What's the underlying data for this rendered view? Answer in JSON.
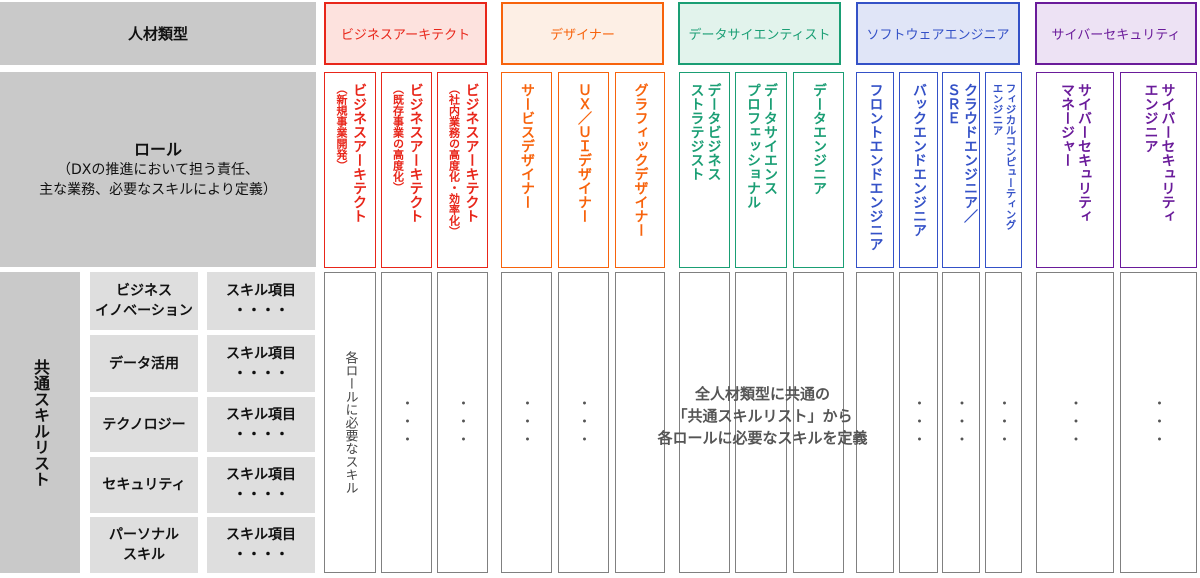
{
  "header": {
    "type_label": "人材類型"
  },
  "role_label": {
    "title": "ロール",
    "desc1": "（DXの推進において担う責任、",
    "desc2": "主な業務、必要なスキルにより定義）"
  },
  "types": [
    {
      "name": "ビジネスアーキテクト",
      "color": "#e8261a",
      "fill": "#fde2de",
      "roles": [
        {
          "lines": [
            "ビジネスアーキテクト",
            "（新規事業開発）"
          ],
          "cell": "各ロールに必要なスキル"
        },
        {
          "lines": [
            "ビジネスアーキテクト",
            "（既存事業の高度化）"
          ],
          "cell": "・・・"
        },
        {
          "lines": [
            "ビジネスアーキテクト",
            "（社内業務の高度化・効率化）"
          ],
          "cell": "・・・"
        }
      ]
    },
    {
      "name": "デザイナー",
      "color": "#f7630c",
      "fill": "#fdefe5",
      "roles": [
        {
          "lines": [
            "サービスデザイナー"
          ],
          "cell": "・・・"
        },
        {
          "lines": [
            "ＵＸ／ＵＩデザイナー"
          ],
          "cell": "・・・"
        },
        {
          "lines": [
            "グラフィックデザイナー"
          ],
          "cell": ""
        }
      ]
    },
    {
      "name": "データサイエンティスト",
      "color": "#1a9e74",
      "fill": "#e2f3ec",
      "roles": [
        {
          "lines": [
            "データビジネス",
            "ストラテジスト"
          ],
          "cell": ""
        },
        {
          "lines": [
            "データサイエンス",
            "プロフェッショナル"
          ],
          "cell": ""
        },
        {
          "lines": [
            "データエンジニア"
          ],
          "cell": ""
        }
      ]
    },
    {
      "name": "ソフトウェアエンジニア",
      "color": "#3451c7",
      "fill": "#e0e5f7",
      "roles": [
        {
          "lines": [
            "フロントエンドエンジニア"
          ],
          "cell": ""
        },
        {
          "lines": [
            "バックエンドエンジニア"
          ],
          "cell": "・・・"
        },
        {
          "lines": [
            "クラウドエンジニア／",
            "ＳＲＥ"
          ],
          "cell": "・・・"
        },
        {
          "lines": [
            "フィジカルコンピューティング",
            "エンジニア"
          ],
          "cell": "・・・",
          "small": true
        }
      ]
    },
    {
      "name": "サイバーセキュリティ",
      "color": "#6a1b9a",
      "fill": "#ede2f4",
      "roles": [
        {
          "lines": [
            "サイバーセキュリティ",
            "マネージャー"
          ],
          "cell": "・・・"
        },
        {
          "lines": [
            "サイバーセキュリティ",
            "エンジニア"
          ],
          "cell": "・・・"
        }
      ]
    }
  ],
  "common_skills": {
    "title": "共通スキルリスト",
    "categories": [
      {
        "name": "ビジネス\nイノベーション",
        "item": "スキル項目\n・・・・"
      },
      {
        "name": "データ活用",
        "item": "スキル項目\n・・・・"
      },
      {
        "name": "テクノロジー",
        "item": "スキル項目\n・・・・"
      },
      {
        "name": "セキュリティ",
        "item": "スキル項目\n・・・・"
      },
      {
        "name": "パーソナル\nスキル",
        "item": "スキル項目\n・・・・"
      }
    ],
    "note": [
      "全人材類型に共通の",
      "「共通スキルリスト」から",
      "各ロールに必要なスキルを定義"
    ]
  }
}
